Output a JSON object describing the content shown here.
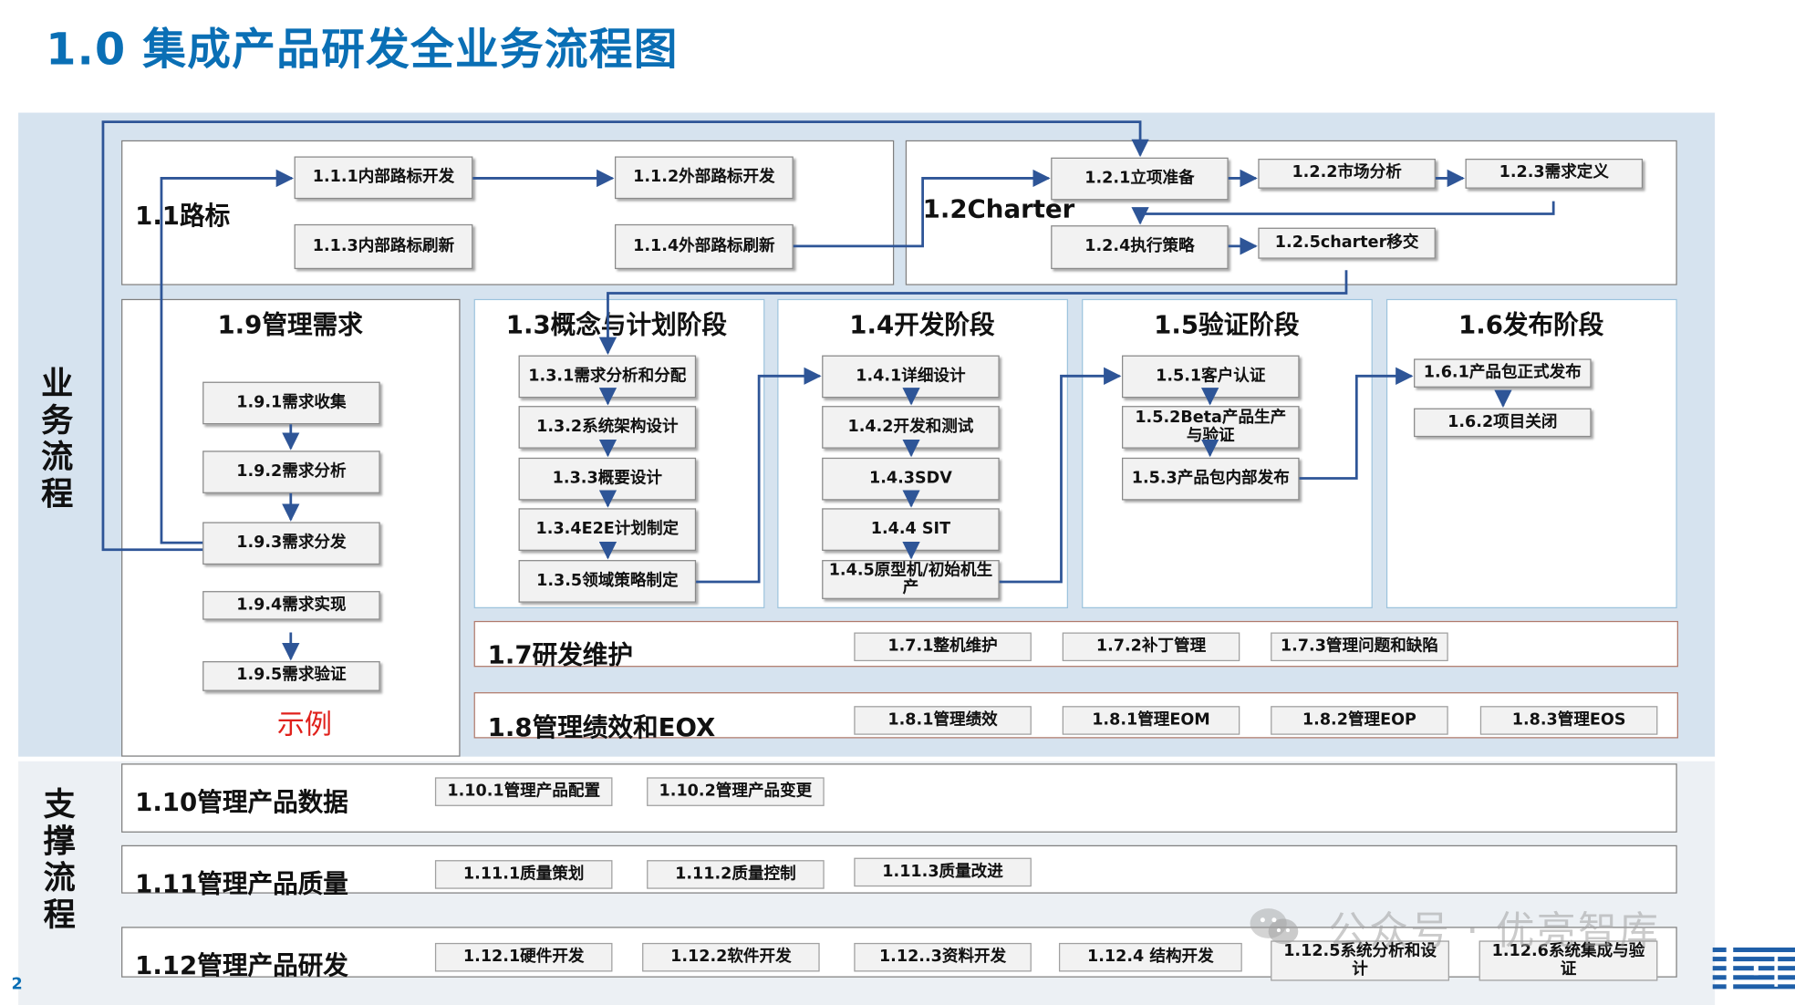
{
  "title": "1.0 集成产品研发全业务流程图",
  "side_labels": {
    "business": "业务流程",
    "support": "支撑流程"
  },
  "sections": {
    "roadmap": {
      "heading": "1.1路标",
      "boxes": [
        "1.1.1内部路标开发",
        "1.1.2外部路标开发",
        "1.1.3内部路标刷新",
        "1.1.4外部路标刷新"
      ]
    },
    "charter": {
      "heading": "1.2Charter",
      "boxes": [
        "1.2.1立项准备",
        "1.2.2市场分析",
        "1.2.3需求定义",
        "1.2.4执行策略",
        "1.2.5charter移交"
      ]
    },
    "requirements": {
      "heading": "1.9管理需求",
      "boxes": [
        "1.9.1需求收集",
        "1.9.2需求分析",
        "1.9.3需求分发",
        "1.9.4需求实现",
        "1.9.5需求验证"
      ]
    },
    "concept": {
      "heading": "1.3概念与计划阶段",
      "boxes": [
        "1.3.1需求分析和分配",
        "1.3.2系统架构设计",
        "1.3.3概要设计",
        "1.3.4E2E计划制定",
        "1.3.5领域策略制定"
      ]
    },
    "develop": {
      "heading": "1.4开发阶段",
      "boxes": [
        "1.4.1详细设计",
        "1.4.2开发和测试",
        "1.4.3SDV",
        "1.4.4 SIT",
        "1.4.5原型机/初始机生产"
      ]
    },
    "verify": {
      "heading": "1.5验证阶段",
      "boxes": [
        "1.5.1客户认证",
        "1.5.2Beta产品生产与验证",
        "1.5.3产品包内部发布"
      ]
    },
    "release": {
      "heading": "1.6发布阶段",
      "boxes": [
        "1.6.1产品包正式发布",
        "1.6.2项目关闭"
      ]
    },
    "maintenance": {
      "heading": "1.7研发维护",
      "boxes": [
        "1.7.1整机维护",
        "1.7.2补丁管理",
        "1.7.3管理问题和缺陷"
      ]
    },
    "performance": {
      "heading": "1.8管理绩效和EOX",
      "boxes": [
        "1.8.1管理绩效",
        "1.8.1管理EOM",
        "1.8.2管理EOP",
        "1.8.3管理EOS"
      ]
    },
    "data": {
      "heading": "1.10管理产品数据",
      "boxes": [
        "1.10.1管理产品配置",
        "1.10.2管理产品变更"
      ]
    },
    "quality": {
      "heading": "1.11管理产品质量",
      "boxes": [
        "1.11.1质量策划",
        "1.11.2质量控制",
        "1.11.3质量改进"
      ]
    },
    "rnd": {
      "heading": "1.12管理产品研发",
      "boxes": [
        "1.12.1硬件开发",
        "1.12.2软件开发",
        "1.12..3资料开发",
        "1.12.4 结构开发",
        "1.12.5系统分析和设计",
        "1.12.6系统集成与验证"
      ]
    }
  },
  "example_label": "示例",
  "page_number": "2",
  "watermark": "公众号 · 优亮智库",
  "colors": {
    "title": "#0a6fb5",
    "arrow": "#2e5597",
    "band": "#d6e3ef",
    "example": "#e0201b"
  }
}
